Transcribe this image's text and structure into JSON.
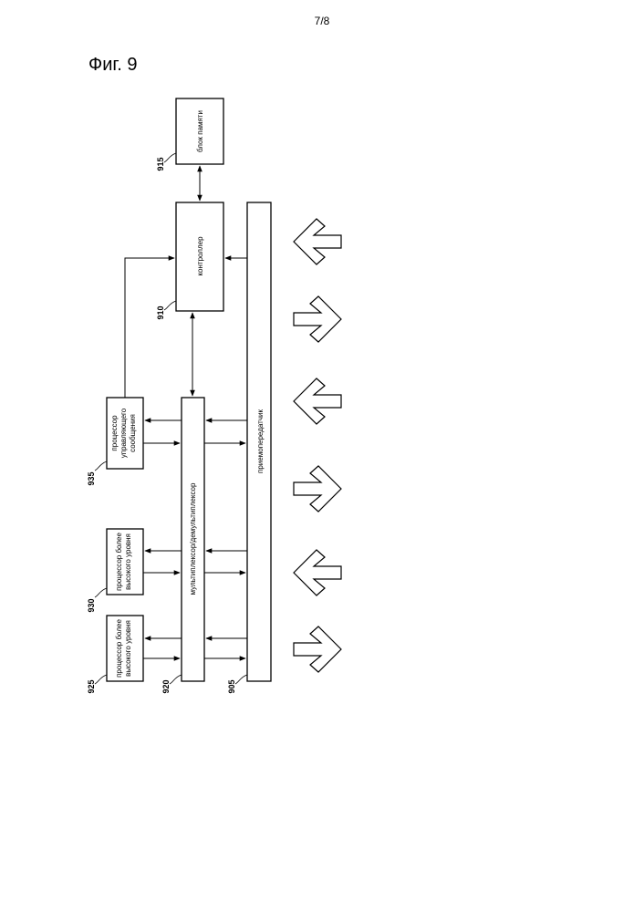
{
  "page": {
    "number": "7/8",
    "figure_title": "Фиг. 9"
  },
  "blocks": {
    "memory": {
      "label": "блок памяти",
      "ref": "915"
    },
    "controller": {
      "label": "контроллер",
      "ref": "910"
    },
    "transceiver": {
      "label": "приемопередатчик",
      "ref": "905"
    },
    "mux": {
      "label": "мультиплексор/демультиплексор",
      "ref": "920"
    },
    "control_msg_proc": {
      "line1": "процессор",
      "line2": "управляющего",
      "line3": "сообщения",
      "ref": "935"
    },
    "upper_proc_1": {
      "line1": "процессор более",
      "line2": "высокого уровня",
      "ref": "930"
    },
    "upper_proc_2": {
      "line1": "процессор более",
      "line2": "высокого уровня",
      "ref": "925"
    }
  },
  "colors": {
    "line": "#000000",
    "background": "#ffffff"
  },
  "signal_arrows": [
    "arrow-left",
    "arrow-right",
    "arrow-left",
    "arrow-right",
    "arrow-left",
    "arrow-right"
  ]
}
